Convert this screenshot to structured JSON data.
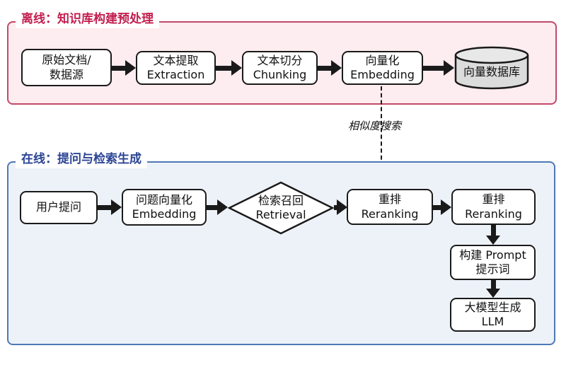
{
  "offline": {
    "title": "离线：知识库构建预处理",
    "nodes": {
      "source": {
        "line1": "原始文档/",
        "line2": "数据源"
      },
      "extraction": {
        "line1": "文本提取",
        "line2": "Extraction"
      },
      "chunking": {
        "line1": "文本切分",
        "line2": "Chunking"
      },
      "embedding": {
        "line1": "向量化",
        "line2": "Embedding"
      },
      "vectordb": {
        "label": "向量数据库"
      }
    }
  },
  "connector": {
    "label": "相似度搜索"
  },
  "online": {
    "title": "在线：提问与检索生成",
    "nodes": {
      "query": {
        "line1": "用户提问"
      },
      "query_embedding": {
        "line1": "问题向量化",
        "line2": "Embedding"
      },
      "retrieval": {
        "line1": "检索召回",
        "line2": "Retrieval"
      },
      "reranking1": {
        "line1": "重排",
        "line2": "Reranking"
      },
      "reranking2": {
        "line1": "重排",
        "line2": "Reranking"
      },
      "prompt": {
        "line1": "构建 Prompt",
        "line2": "提示词"
      },
      "llm": {
        "line1": "大模型生成",
        "line2": "LLM"
      }
    }
  },
  "colors": {
    "offline_border": "#c24a68",
    "offline_fill": "#fdecf0",
    "offline_title": "#c21f4f",
    "online_border": "#5078b4",
    "online_fill": "#edf2f9",
    "online_title": "#2b4494",
    "node_border": "#1a1a1a",
    "arrow": "#1a1a1a",
    "cylinder_fill": "#dcdcdc",
    "cylinder_top": "#e8e8e8"
  }
}
